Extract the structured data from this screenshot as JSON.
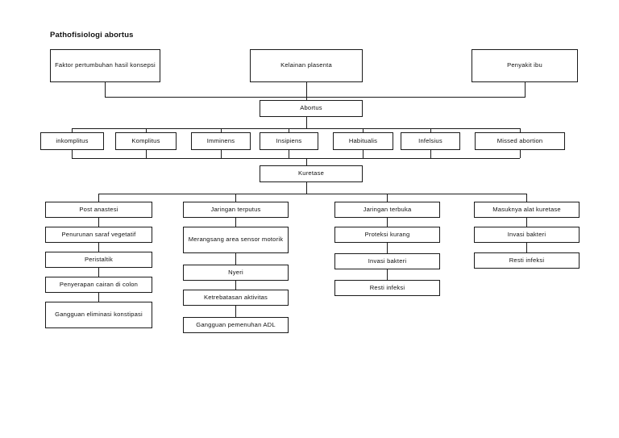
{
  "document": {
    "title": "Pathofisiologi abortus",
    "background_color": "#ffffff",
    "line_color": "#1a1a1a",
    "box_fill": "#ffffff"
  },
  "chart_data": {
    "type": "diagram",
    "subtype": "flowchart",
    "title": "Pathofisiologi abortus",
    "orientation": "top-down",
    "nodes": [
      {
        "id": "cause1",
        "label": "Faktor pertumbuhan hasil konsepsi",
        "level": 0
      },
      {
        "id": "cause2",
        "label": "Kelainan plasenta",
        "level": 0
      },
      {
        "id": "cause3",
        "label": "Penyakit ibu",
        "level": 0
      },
      {
        "id": "abortus",
        "label": "Abortus",
        "level": 1
      },
      {
        "id": "t1",
        "label": "inkomplitus",
        "level": 2
      },
      {
        "id": "t2",
        "label": "Komplitus",
        "level": 2
      },
      {
        "id": "t3",
        "label": "Imminens",
        "level": 2
      },
      {
        "id": "t4",
        "label": "Insipiens",
        "level": 2
      },
      {
        "id": "t5",
        "label": "Habitualis",
        "level": 2
      },
      {
        "id": "t6",
        "label": "Infelsius",
        "level": 2
      },
      {
        "id": "t7",
        "label": "Missed abortion",
        "level": 2
      },
      {
        "id": "kuretase",
        "label": "Kuretase",
        "level": 3
      },
      {
        "id": "b1",
        "label": "Post anastesi",
        "level": 4
      },
      {
        "id": "b2",
        "label": "Jaringan terputus",
        "level": 4
      },
      {
        "id": "b3",
        "label": "Jaringan terbuka",
        "level": 4
      },
      {
        "id": "b4",
        "label": "Masuknya alat kuretase",
        "level": 4
      },
      {
        "id": "a2",
        "label": "Penurunan saraf vegetatif",
        "level": 5
      },
      {
        "id": "a3",
        "label": "Peristaltik",
        "level": 6
      },
      {
        "id": "a4",
        "label": "Penyerapan cairan di colon",
        "level": 7
      },
      {
        "id": "a5",
        "label": "Gangguan eliminasi konstipasi",
        "level": 8
      },
      {
        "id": "c2",
        "label": "Merangsang area sensor motorik",
        "level": 5
      },
      {
        "id": "c3",
        "label": "Nyeri",
        "level": 6
      },
      {
        "id": "c4",
        "label": "Ketrebatasan aktivitas",
        "level": 7
      },
      {
        "id": "c5",
        "label": "Gangguan pemenuhan ADL",
        "level": 8
      },
      {
        "id": "d2",
        "label": "Proteksi kurang",
        "level": 5
      },
      {
        "id": "d3",
        "label": "Invasi bakteri",
        "level": 6
      },
      {
        "id": "d4",
        "label": "Resti infeksi",
        "level": 7
      },
      {
        "id": "e2",
        "label": "Invasi bakteri",
        "level": 5
      },
      {
        "id": "e3",
        "label": "Resti infeksi",
        "level": 6
      }
    ],
    "edges": [
      [
        "cause1",
        "abortus"
      ],
      [
        "cause2",
        "abortus"
      ],
      [
        "cause3",
        "abortus"
      ],
      [
        "abortus",
        "t1"
      ],
      [
        "abortus",
        "t2"
      ],
      [
        "abortus",
        "t3"
      ],
      [
        "abortus",
        "t4"
      ],
      [
        "abortus",
        "t5"
      ],
      [
        "abortus",
        "t6"
      ],
      [
        "abortus",
        "t7"
      ],
      [
        "t1",
        "kuretase"
      ],
      [
        "t2",
        "kuretase"
      ],
      [
        "t3",
        "kuretase"
      ],
      [
        "t4",
        "kuretase"
      ],
      [
        "t5",
        "kuretase"
      ],
      [
        "t6",
        "kuretase"
      ],
      [
        "t7",
        "kuretase"
      ],
      [
        "kuretase",
        "b1"
      ],
      [
        "kuretase",
        "b2"
      ],
      [
        "kuretase",
        "b3"
      ],
      [
        "kuretase",
        "b4"
      ],
      [
        "b1",
        "a2"
      ],
      [
        "a2",
        "a3"
      ],
      [
        "a3",
        "a4"
      ],
      [
        "a4",
        "a5"
      ],
      [
        "b2",
        "c2"
      ],
      [
        "c2",
        "c3"
      ],
      [
        "c3",
        "c4"
      ],
      [
        "c4",
        "c5"
      ],
      [
        "b3",
        "d2"
      ],
      [
        "d2",
        "d3"
      ],
      [
        "d3",
        "d4"
      ],
      [
        "b4",
        "e2"
      ],
      [
        "e2",
        "e3"
      ]
    ]
  },
  "causes": {
    "growth_factor": "Faktor pertumbuhan hasil konsepsi",
    "placenta": "Kelainan plasenta",
    "maternal_disease": "Penyakit ibu"
  },
  "central": {
    "abortus": "Abortus",
    "kuretase": "Kuretase"
  },
  "types": [
    {
      "label": "inkomplitus"
    },
    {
      "label": "Komplitus"
    },
    {
      "label": "Imminens"
    },
    {
      "label": "Insipiens"
    },
    {
      "label": "Habitualis"
    },
    {
      "label": "Infelsius"
    },
    {
      "label": "Missed abortion"
    }
  ],
  "branches": [
    {
      "header": "Post anastesi",
      "steps": [
        "Penurunan saraf vegetatif",
        "Peristaltik",
        "Penyerapan cairan di colon",
        "Gangguan eliminasi konstipasi"
      ]
    },
    {
      "header": "Jaringan terputus",
      "steps": [
        "Merangsang area sensor motorik",
        "Nyeri",
        "Ketrebatasan aktivitas",
        "Gangguan pemenuhan ADL"
      ]
    },
    {
      "header": "Jaringan terbuka",
      "steps": [
        "Proteksi kurang",
        "Invasi bakteri",
        "Resti infeksi"
      ]
    },
    {
      "header": "Masuknya alat kuretase",
      "steps": [
        "Invasi bakteri",
        "Resti infeksi"
      ]
    }
  ]
}
